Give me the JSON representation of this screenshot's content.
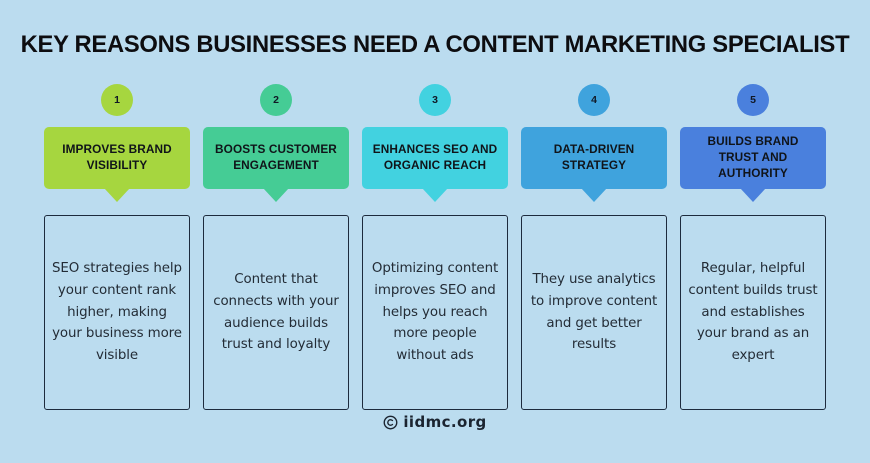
{
  "page": {
    "title": "KEY REASONS BUSINESSES NEED A CONTENT MARKETING SPECIALIST",
    "background_color": "#bbdcef"
  },
  "columns": [
    {
      "number": "1",
      "heading": "IMPROVES BRAND VISIBILITY",
      "body": "SEO strategies help your content rank higher, making your business more visible",
      "color": "#a6d63f"
    },
    {
      "number": "2",
      "heading": "BOOSTS CUSTOMER ENGAGEMENT",
      "body": "Content that connects with your audience builds trust and loyalty",
      "color": "#45cc95"
    },
    {
      "number": "3",
      "heading": "ENHANCES SEO AND ORGANIC REACH",
      "body": "Optimizing content improves SEO and helps you reach more people without ads",
      "color": "#42d2e0"
    },
    {
      "number": "4",
      "heading": "DATA-DRIVEN STRATEGY",
      "body": "They use analytics to improve content and get better results",
      "color": "#3fa3dd"
    },
    {
      "number": "5",
      "heading": "BUILDS BRAND TRUST AND AUTHORITY",
      "body": "Regular, helpful content builds trust and establishes your brand as an expert",
      "color": "#4a80dd"
    }
  ],
  "footer": {
    "icon": "copyright-icon",
    "text": "iidmc.org"
  }
}
